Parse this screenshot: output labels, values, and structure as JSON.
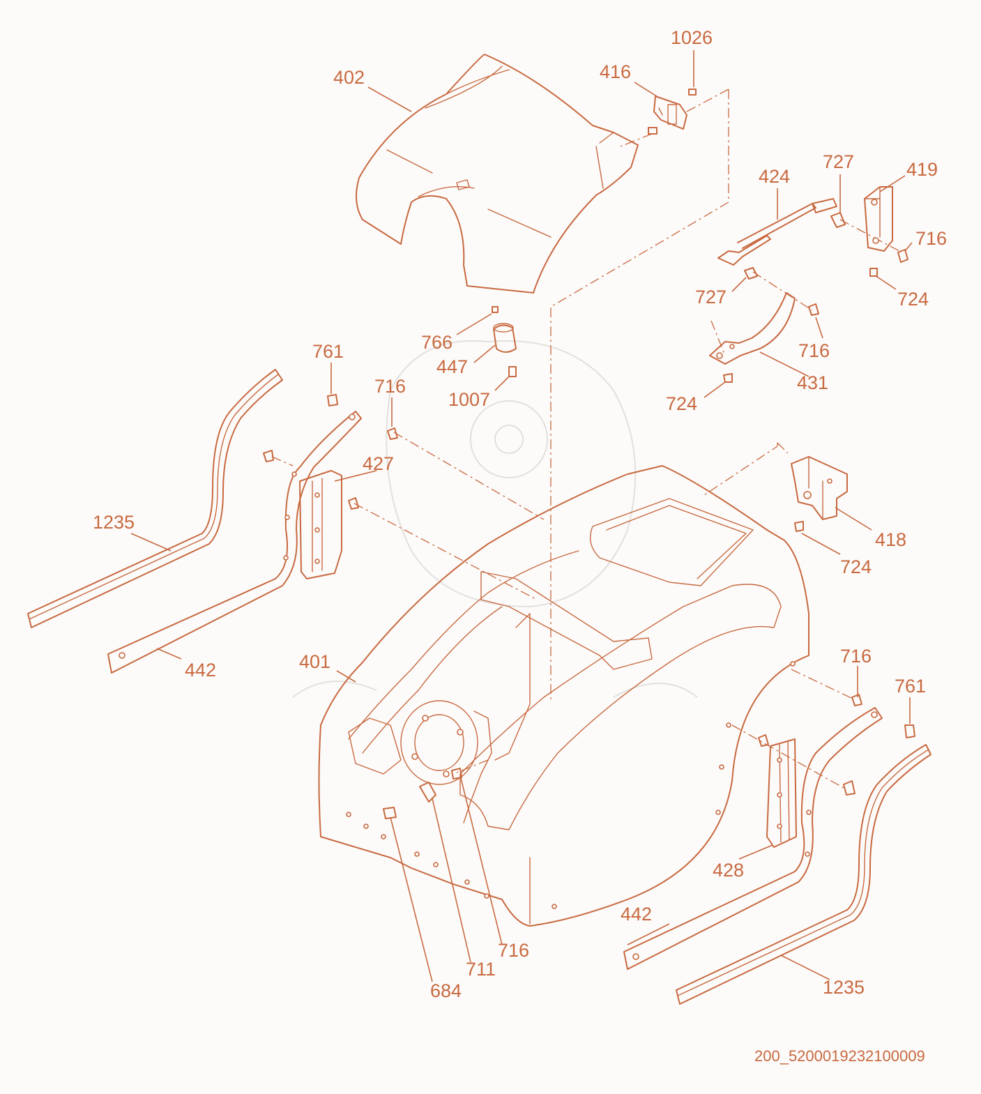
{
  "diagram": {
    "line_color": "#c8693f",
    "background": "#fcfbfa",
    "labels": {
      "l402": "402",
      "l1026": "1026",
      "l416": "416",
      "l727a": "727",
      "l419": "419",
      "l424": "424",
      "l716a": "716",
      "l724a": "724",
      "l727b": "727",
      "l716b": "716",
      "l431": "431",
      "l724b": "724",
      "l766": "766",
      "l447": "447",
      "l1007": "1007",
      "l761a": "761",
      "l716c": "716",
      "l427": "427",
      "l1235a": "1235",
      "l442a": "442",
      "l401": "401",
      "l418": "418",
      "l724c": "724",
      "l716d": "716",
      "l761b": "761",
      "l428": "428",
      "l442b": "442",
      "l1235b": "1235",
      "l716e": "716",
      "l711": "711",
      "l684": "684"
    },
    "drawing_code": "200_5200019232100009"
  }
}
